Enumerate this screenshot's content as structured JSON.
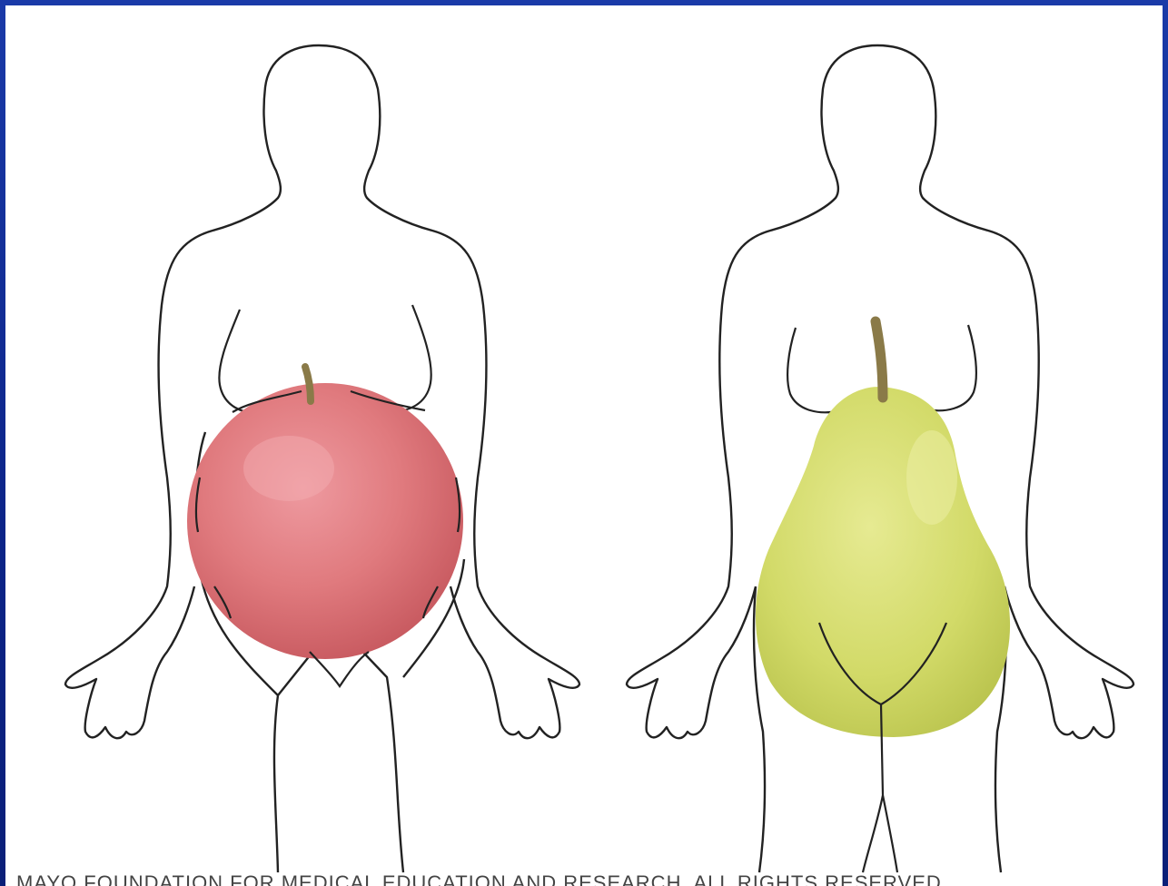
{
  "figure": {
    "left_body_shape": "apple",
    "right_body_shape": "pear",
    "copyright_caption": "MAYO FOUNDATION FOR MEDICAL EDUCATION AND RESEARCH. ALL RIGHTS RESERVED."
  },
  "colors": {
    "border": "#0e2a8c",
    "outline": "#222222",
    "apple": "#e07a7e",
    "pear": "#d4dc6a",
    "stem": "#8a7a48"
  }
}
